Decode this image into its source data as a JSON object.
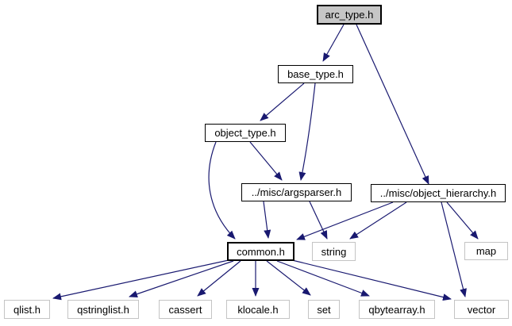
{
  "diagram": {
    "type": "include-dependency-graph",
    "root_file": "arc_type.h",
    "colors": {
      "background": "#ffffff",
      "edge": "#191970",
      "node_border": "#000000",
      "system_node_border": "#c4c4c4",
      "current_node_fill": "#c6c6c6",
      "node_fill": "#ffffff",
      "text": "#000000"
    }
  },
  "nodes": [
    {
      "id": "arc_type",
      "label": "arc_type.h",
      "kind": "current"
    },
    {
      "id": "base_type",
      "label": "base_type.h",
      "kind": "project"
    },
    {
      "id": "object_type",
      "label": "object_type.h",
      "kind": "project"
    },
    {
      "id": "argsparser",
      "label": "../misc/argsparser.h",
      "kind": "project"
    },
    {
      "id": "object_hierarchy",
      "label": "../misc/object_hierarchy.h",
      "kind": "project"
    },
    {
      "id": "common",
      "label": "common.h",
      "kind": "project"
    },
    {
      "id": "string",
      "label": "string",
      "kind": "system"
    },
    {
      "id": "map",
      "label": "map",
      "kind": "system"
    },
    {
      "id": "qlist",
      "label": "qlist.h",
      "kind": "system"
    },
    {
      "id": "qstringlist",
      "label": "qstringlist.h",
      "kind": "system"
    },
    {
      "id": "cassert",
      "label": "cassert",
      "kind": "system"
    },
    {
      "id": "klocale",
      "label": "klocale.h",
      "kind": "system"
    },
    {
      "id": "set",
      "label": "set",
      "kind": "system"
    },
    {
      "id": "qbytearray",
      "label": "qbytearray.h",
      "kind": "system"
    },
    {
      "id": "vector",
      "label": "vector",
      "kind": "system"
    }
  ],
  "edges": [
    {
      "from": "arc_type.h",
      "to": "base_type.h"
    },
    {
      "from": "arc_type.h",
      "to": "../misc/object_hierarchy.h"
    },
    {
      "from": "base_type.h",
      "to": "object_type.h"
    },
    {
      "from": "base_type.h",
      "to": "../misc/argsparser.h"
    },
    {
      "from": "object_type.h",
      "to": "../misc/argsparser.h"
    },
    {
      "from": "object_type.h",
      "to": "common.h"
    },
    {
      "from": "../misc/argsparser.h",
      "to": "common.h"
    },
    {
      "from": "../misc/argsparser.h",
      "to": "string"
    },
    {
      "from": "../misc/object_hierarchy.h",
      "to": "common.h"
    },
    {
      "from": "../misc/object_hierarchy.h",
      "to": "string"
    },
    {
      "from": "../misc/object_hierarchy.h",
      "to": "map"
    },
    {
      "from": "../misc/object_hierarchy.h",
      "to": "vector"
    },
    {
      "from": "common.h",
      "to": "qlist.h"
    },
    {
      "from": "common.h",
      "to": "qstringlist.h"
    },
    {
      "from": "common.h",
      "to": "cassert"
    },
    {
      "from": "common.h",
      "to": "klocale.h"
    },
    {
      "from": "common.h",
      "to": "set"
    },
    {
      "from": "common.h",
      "to": "qbytearray.h"
    },
    {
      "from": "common.h",
      "to": "vector"
    }
  ]
}
